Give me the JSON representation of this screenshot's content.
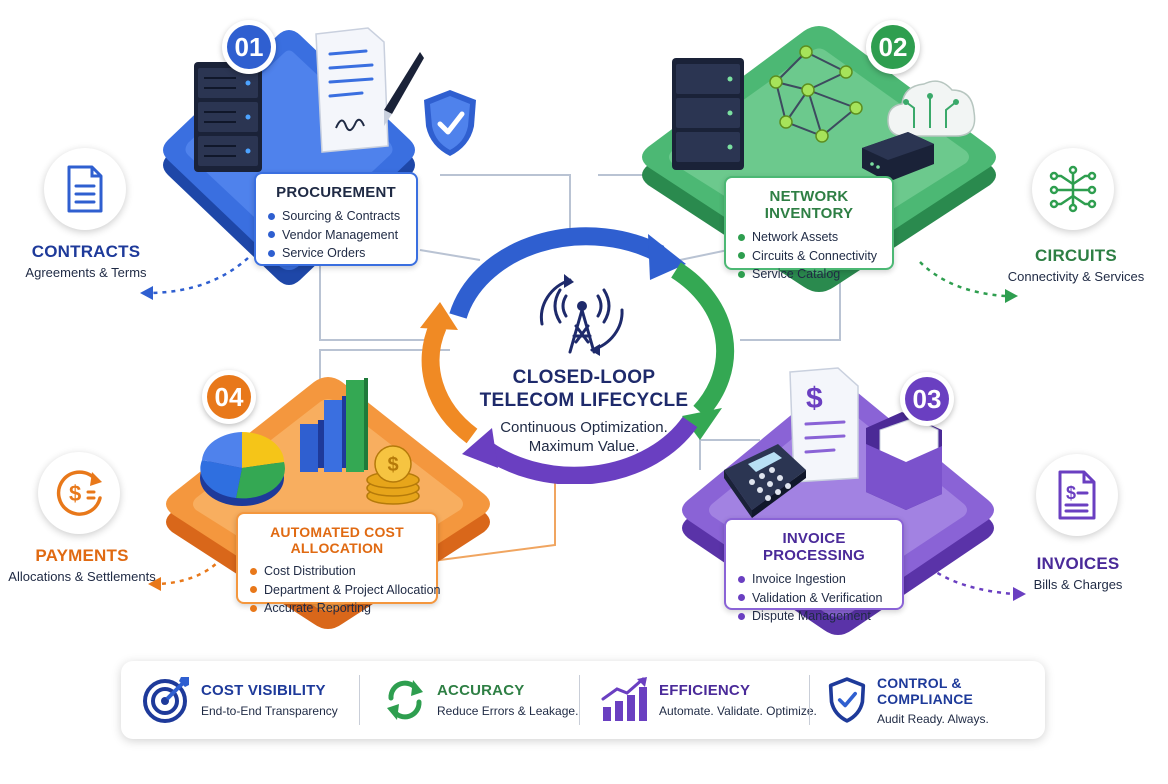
{
  "colors": {
    "procurement": "#2f5fd0",
    "network": "#2e9e4f",
    "invoice": "#6a3fc1",
    "allocation": "#e8781a",
    "navy": "#1e2a6b"
  },
  "center": {
    "title_line1": "CLOSED-LOOP",
    "title_line2": "TELECOM LIFECYCLE",
    "subtitle_line1": "Continuous Optimization.",
    "subtitle_line2": "Maximum Value.",
    "icon": "cell-tower-icon"
  },
  "stages": {
    "procurement": {
      "number": "01",
      "title": "PROCUREMENT",
      "items": [
        "Sourcing & Contracts",
        "Vendor Management",
        "Service Orders"
      ],
      "icons": [
        "server-rack-icon",
        "contract-document-icon",
        "pen-icon",
        "shield-check-icon"
      ]
    },
    "network": {
      "number": "02",
      "title": "NETWORK INVENTORY",
      "items": [
        "Network Assets",
        "Circuits & Connectivity",
        "Service Catalog"
      ],
      "icons": [
        "server-rack-icon",
        "network-mesh-icon",
        "cloud-circuit-icon",
        "router-icon"
      ]
    },
    "invoice": {
      "number": "03",
      "title": "INVOICE PROCESSING",
      "items": [
        "Invoice Ingestion",
        "Validation & Verification",
        "Dispute Management"
      ],
      "icons": [
        "invoice-document-icon",
        "calculator-icon",
        "folder-icon"
      ]
    },
    "allocation": {
      "number": "04",
      "title": "AUTOMATED COST ALLOCATION",
      "items": [
        "Cost Distribution",
        "Department & Project Allocation",
        "Accurate Reporting"
      ],
      "icons": [
        "pie-chart-icon",
        "bar-chart-icon",
        "coins-icon"
      ]
    }
  },
  "sides": {
    "contracts": {
      "title": "CONTRACTS",
      "subtitle": "Agreements & Terms",
      "icon": "document-icon"
    },
    "circuits": {
      "title": "CIRCUITS",
      "subtitle": "Connectivity & Services",
      "icon": "circuit-icon"
    },
    "invoices": {
      "title": "INVOICES",
      "subtitle": "Bills & Charges",
      "icon": "invoice-icon"
    },
    "payments": {
      "title": "PAYMENTS",
      "subtitle": "Allocations & Settlements",
      "icon": "dollar-cycle-icon"
    }
  },
  "benefits": [
    {
      "title": "COST VISIBILITY",
      "subtitle": "End-to-End Transparency",
      "icon": "target-icon",
      "color": "#1e3a9a"
    },
    {
      "title": "ACCURACY",
      "subtitle": "Reduce Errors & Leakage.",
      "icon": "refresh-icon",
      "color": "#2e9e4f"
    },
    {
      "title": "EFFICIENCY",
      "subtitle": "Automate. Validate. Optimize.",
      "icon": "growth-chart-icon",
      "color": "#6a3fc1"
    },
    {
      "title": "CONTROL & COMPLIANCE",
      "subtitle": "Audit Ready. Always.",
      "icon": "shield-check-icon",
      "color": "#1e3a9a"
    }
  ]
}
